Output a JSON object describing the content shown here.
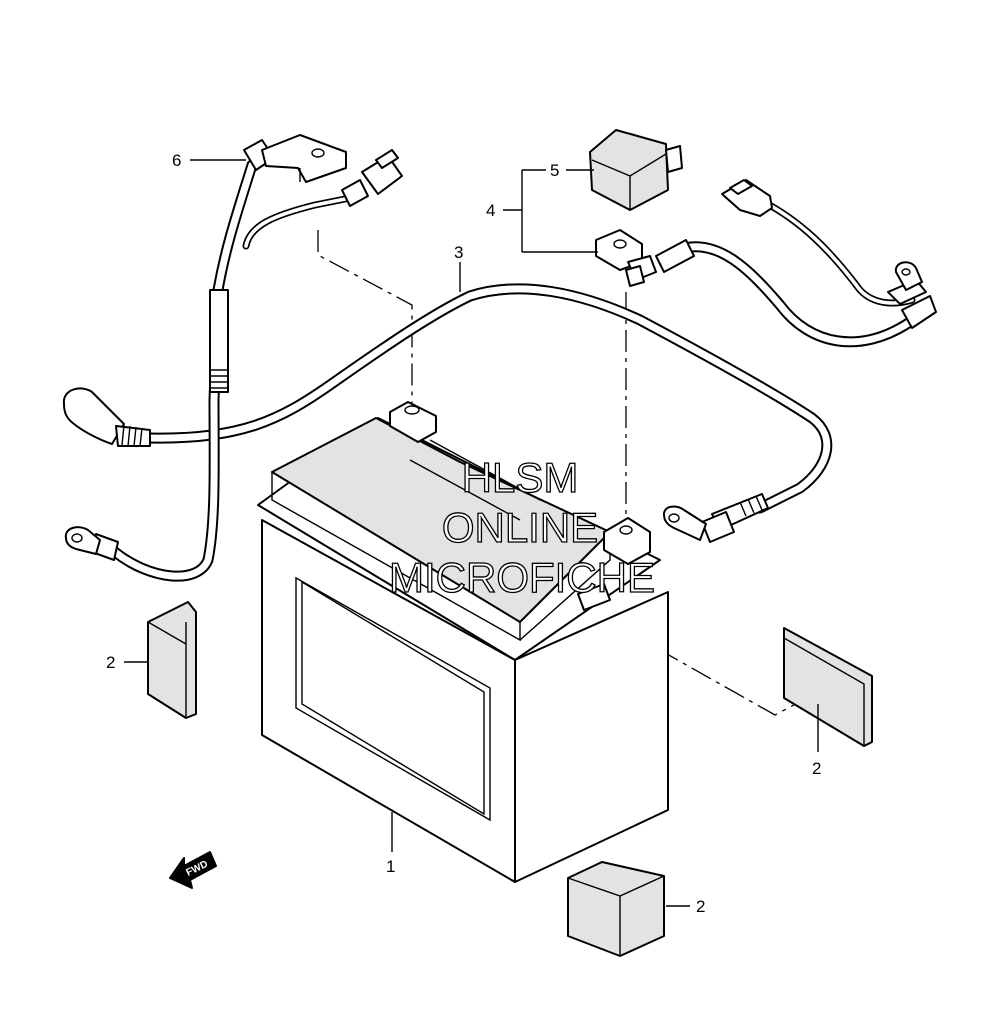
{
  "watermark": {
    "line1": "HLSM",
    "line2": "ONLINE",
    "line3": "MICROFICHE"
  },
  "direction_marker": "FWD",
  "callouts": [
    {
      "id": "battery",
      "label": "1"
    },
    {
      "id": "spacer-left",
      "label": "2"
    },
    {
      "id": "spacer-right",
      "label": "2"
    },
    {
      "id": "spacer-bottom",
      "label": "2"
    },
    {
      "id": "cable-long",
      "label": "3"
    },
    {
      "id": "cable-assy",
      "label": "4"
    },
    {
      "id": "terminal-cap",
      "label": "5"
    },
    {
      "id": "cable-short",
      "label": "6"
    }
  ]
}
